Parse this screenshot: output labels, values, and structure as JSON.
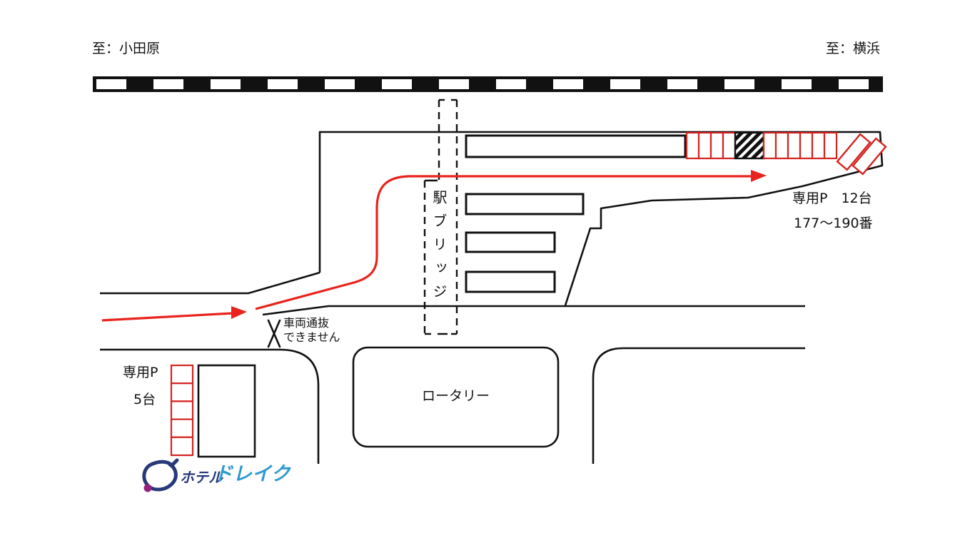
{
  "destinations": {
    "left": "至：小田原",
    "right": "至：横浜"
  },
  "bridge": {
    "label": "駅ブリッジ"
  },
  "notice": {
    "line1": "車両通抜",
    "line2": "できません"
  },
  "parking_right": {
    "label_line1": "専用P　12台",
    "label_line2": "177〜190番",
    "stalls_before_hatch": 4,
    "stalls_after_hatch": 6,
    "angled_stalls": 2
  },
  "parking_left": {
    "label_line1": "専用P",
    "label_line2": "5台",
    "stalls": 5
  },
  "rotary": {
    "label": "ロータリー"
  },
  "logo": {
    "prefix": "ホテル",
    "name": "ドレイク"
  },
  "colors": {
    "route_red": "#e8231d",
    "stall_red": "#d42420",
    "line_black": "#111111",
    "logo_navy": "#27397a",
    "logo_cyan": "#2e9bd0",
    "logo_dot": "#93217e"
  }
}
